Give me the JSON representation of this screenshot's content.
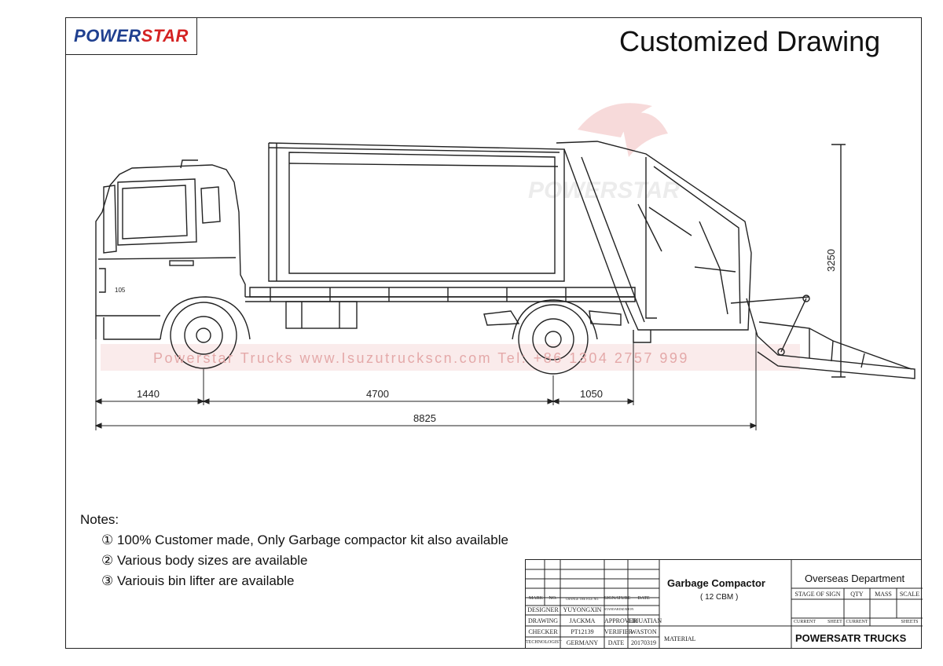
{
  "brand": {
    "part1": "POWER",
    "part2": "STAR"
  },
  "title": "Customized Drawing",
  "watermark": {
    "logo_text": "POWERSTAR",
    "banner": "Powerstar Trucks    www.Isuzutruckscn.com    Tel: +86 1304 2757 999"
  },
  "dimensions": {
    "front_overhang": "1440",
    "wheelbase": "4700",
    "rear": "1050",
    "overall_length": "8825",
    "height": "3250"
  },
  "notes": {
    "heading": "Notes:",
    "items": [
      "① 100% Customer made, Only Garbage compactor kit also available",
      "②  Various body sizes are available",
      "③  Variouis bin lifter are available"
    ]
  },
  "title_block": {
    "headers": [
      "MARK",
      "NO.",
      "CHANGE THE FILE NO.",
      "SIGNATURE",
      "DATE"
    ],
    "rows": [
      [
        "DESIGNER",
        "YUYONGXIN",
        "STANDARDIZATION",
        ""
      ],
      [
        "DRAWING",
        "JACKMA",
        "APPROVER",
        "LIHUATIAN"
      ],
      [
        "CHECKER",
        "PT12139",
        "VERIFIER",
        "WASTON"
      ],
      [
        "TECHNOLOGIST",
        "GERMANY",
        "DATE",
        "20170319"
      ]
    ],
    "product": "Garbage Compactor",
    "capacity": "( 12 CBM )",
    "material": "MATERIAL",
    "department": "Overseas Department",
    "stage_headers": [
      "STAGE OF SIGN",
      "QTY",
      "MASS",
      "SCALE"
    ],
    "sheet_labels": [
      "CURRENT",
      "SHEET",
      "CURRENT",
      "SHEETS"
    ],
    "company": "POWERSATR TRUCKS"
  },
  "truck_badge": "105"
}
